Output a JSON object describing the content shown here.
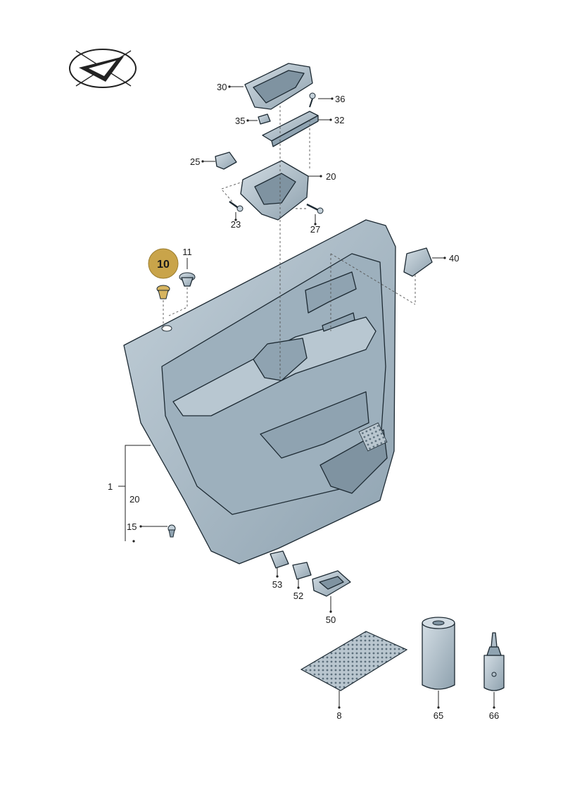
{
  "diagram": {
    "highlight_color": "#c9a44a",
    "part_color": "#aebdc8",
    "part_color_dark": "#7f93a1",
    "highlighted_part": "10",
    "labels": {
      "p10": "10",
      "p11": "11",
      "p30": "30",
      "p36": "36",
      "p35": "35",
      "p32": "32",
      "p25": "25",
      "p20a": "20",
      "p23": "23",
      "p27": "27",
      "p40": "40",
      "p1": "1",
      "p20b": "20",
      "p15": "15",
      "p53": "53",
      "p52": "52",
      "p50": "50",
      "p8": "8",
      "p65": "65",
      "p66": "66"
    }
  }
}
